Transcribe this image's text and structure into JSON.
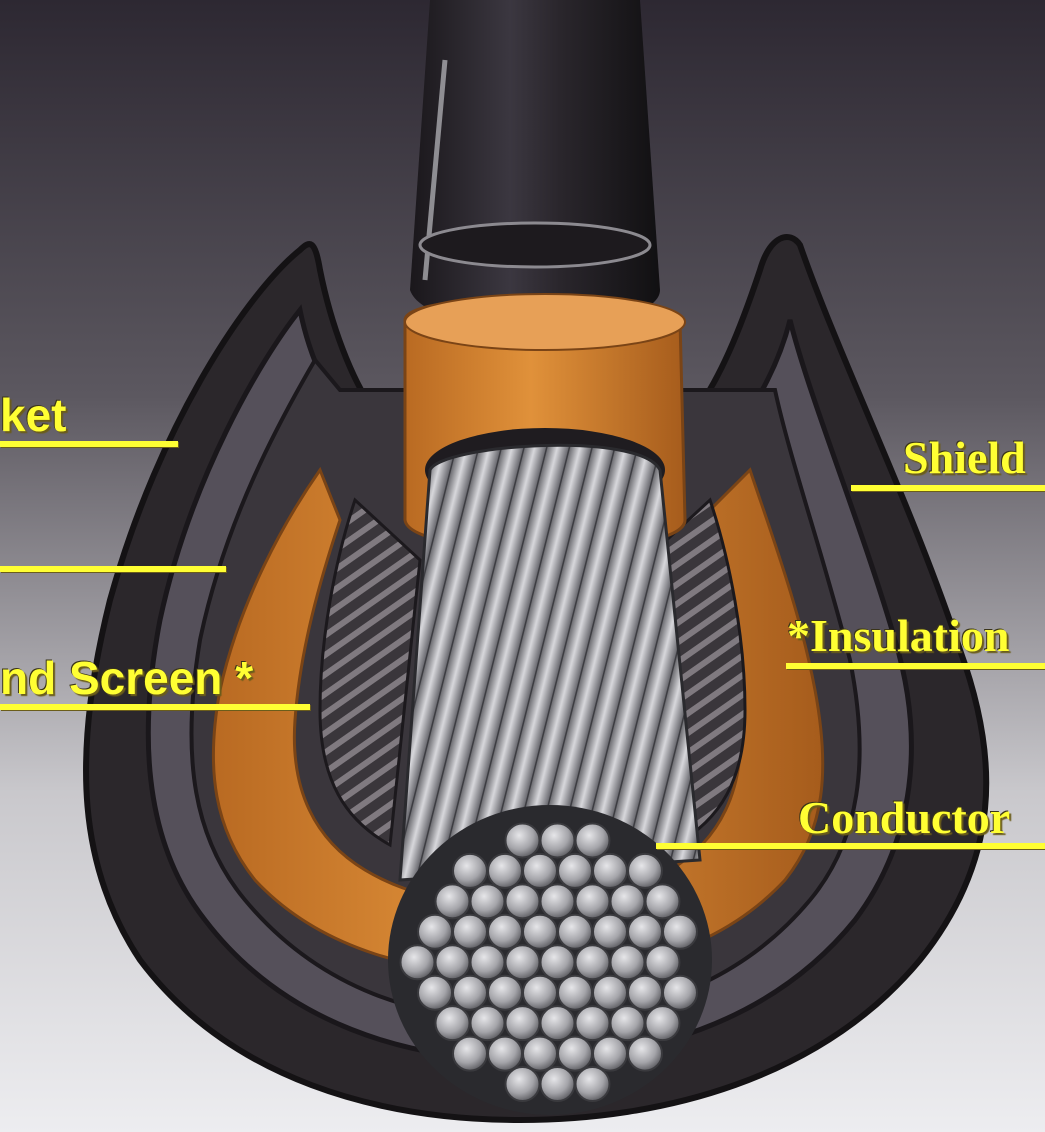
{
  "labels": {
    "jacket": "ket",
    "screen": "nd Screen  *",
    "shield": "Shield",
    "insulation": "*Insulation",
    "conductor": "Conductor"
  },
  "colors": {
    "label": "#ffff33",
    "orange": "#d9822b",
    "background_top": "#2f2a33",
    "background_bottom": "#e8e8ea",
    "wire": "#a9a9ad"
  }
}
